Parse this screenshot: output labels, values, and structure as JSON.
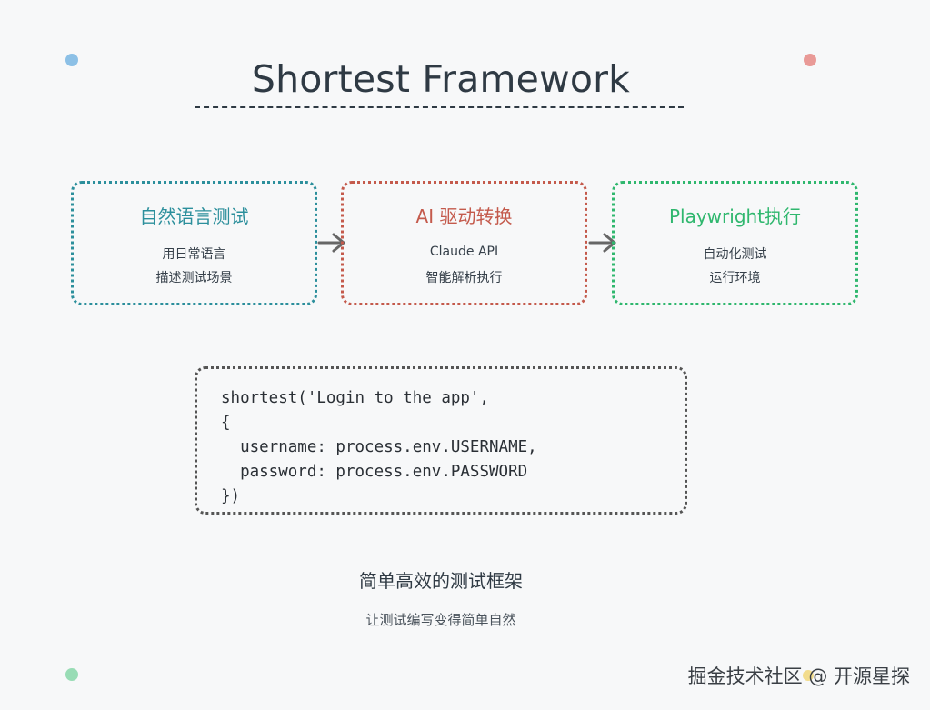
{
  "title": "Shortest Framework",
  "steps": [
    {
      "heading": "自然语言测试",
      "line1": "用日常语言",
      "line2": "描述测试场景",
      "color": "#2c8f9c"
    },
    {
      "heading": "AI 驱动转换",
      "line1": "Claude API",
      "line2": "智能解析执行",
      "color": "#c45a4c"
    },
    {
      "heading": "Playwright执行",
      "line1": "自动化测试",
      "line2": "运行环境",
      "color": "#2fb76e"
    }
  ],
  "arrows": [
    {
      "icon": "right-arrow-icon"
    },
    {
      "icon": "right-arrow-icon"
    }
  ],
  "code": {
    "lines": [
      "shortest('Login to the app',",
      "{",
      "  username: process.env.USERNAME,",
      "  password: process.env.PASSWORD",
      "})"
    ]
  },
  "tagline": "简单高效的测试框架",
  "subtagline": "让测试编写变得简单自然",
  "watermark": "掘金技术社区 @ 开源星探",
  "decor": {
    "dot_top_left": "#8cc0e6",
    "dot_top_right": "#e99a97",
    "dot_bottom_left": "#98dcb5",
    "dot_watermark": "#f2dc8c"
  }
}
